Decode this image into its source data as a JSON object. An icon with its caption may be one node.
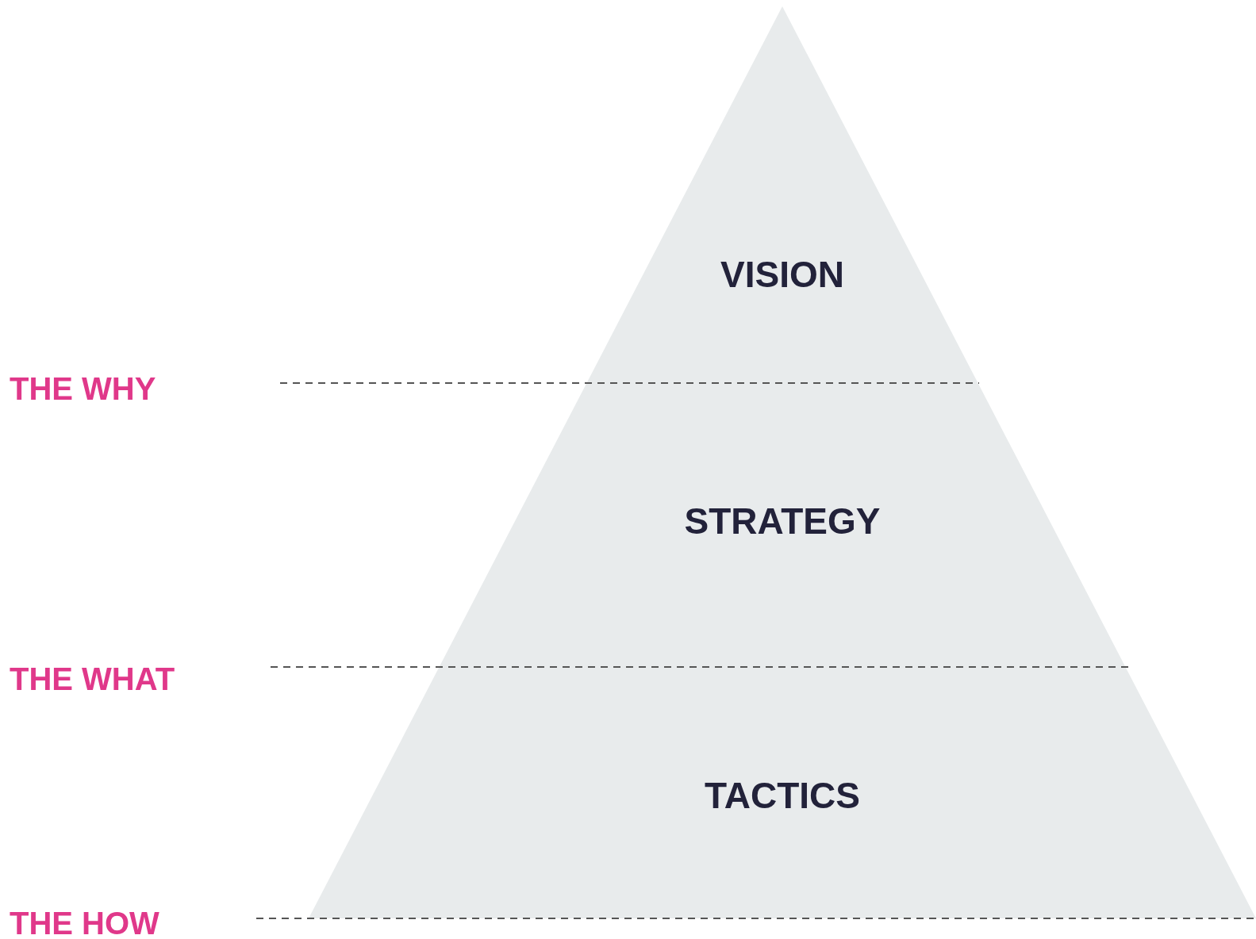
{
  "diagram": {
    "nodes": [
      {
        "text": [
          "VISION",
          "STRATEGY",
          "TACTICS"
        ]
      }
    ],
    "labels": [
      "THE WHY",
      "THE WHAT",
      "THE HOW"
    ]
  }
}
